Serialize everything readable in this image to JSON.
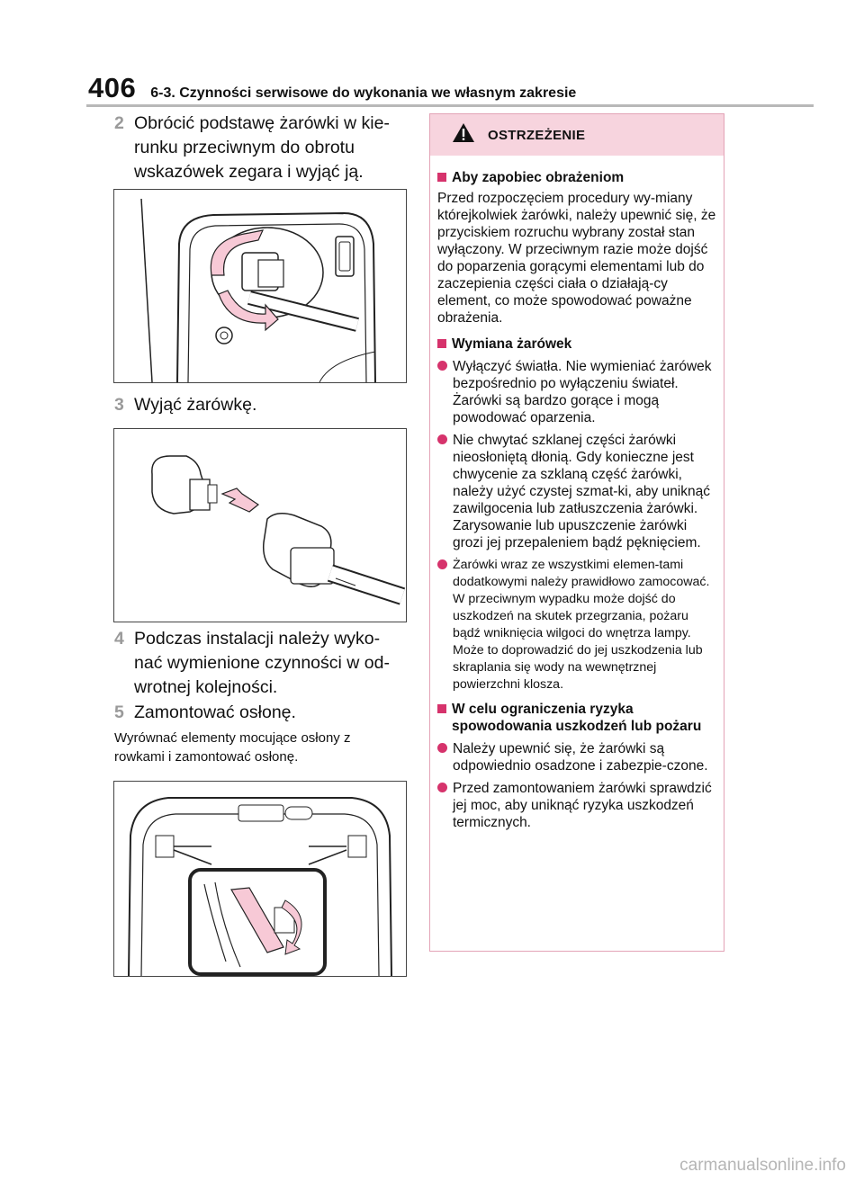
{
  "header": {
    "page_number": "406",
    "section": "6-3. Czynności serwisowe do wykonania we własnym zakresie"
  },
  "steps": [
    {
      "num": "2",
      "text": "Obrócić podstawę żarówki w kie-runku przeciwnym do obrotu wskazówek zegara i wyjąć ją."
    },
    {
      "num": "3",
      "text": "Wyjąć żarówkę."
    },
    {
      "num": "4",
      "text": "Podczas instalacji należy wyko-nać wymienione czynności w od-wrotnej kolejności."
    },
    {
      "num": "5",
      "text": "Zamontować osłonę."
    }
  ],
  "note": "Wyrównać elementy mocujące osłony z rowkami i zamontować osłonę.",
  "warning": {
    "title": "OSTRZEŻENIE",
    "sections": [
      {
        "heading": "Aby zapobiec obrażeniom",
        "paragraph": "Przed rozpoczęciem procedury wy-miany którejkolwiek żarówki, należy upewnić się, że przyciskiem rozruchu wybrany został stan wyłączony. W przeciwnym razie może dojść do poparzenia gorącymi elementami lub do zaczepienia części ciała o działają-cy element, co może spowodować poważne obrażenia."
      },
      {
        "heading": "Wymiana żarówek",
        "bullets": [
          "Wyłączyć światła. Nie wymieniać żarówek bezpośrednio po wyłączeniu świateł. Żarówki są bardzo gorące i mogą powodować oparzenia.",
          "Nie chwytać szklanej części żarówki nieosłoniętą dłonią. Gdy konieczne jest chwycenie za szklaną część żarówki, należy użyć czystej szmat-ki, aby uniknąć zawilgocenia lub zatłuszczenia żarówki. Zarysowanie lub upuszczenie żarówki grozi jej przepaleniem bądź pęknięciem.",
          "Żarówki wraz ze wszystkimi elemen-tami dodatkowymi należy prawidłowo zamocować. W przeciwnym wypadku może dojść do uszkodzeń na skutek przegrzania, pożaru bądź wniknięcia wilgoci do wnętrza lampy. Może to doprowadzić do jej uszkodzenia lub skraplania się wody na wewnętrznej powierzchni klosza."
        ]
      },
      {
        "heading": "W celu ograniczenia ryzyka spowodowania uszkodzeń lub pożaru",
        "bullets": [
          "Należy upewnić się, że żarówki są odpowiednio osadzone i zabezpie-czone.",
          "Przed zamontowaniem żarówki sprawdzić jej moc, aby uniknąć ryzyka uszkodzeń termicznych."
        ]
      }
    ]
  },
  "footer": {
    "watermark": "carmanualsonline.info"
  },
  "colors": {
    "accent": "#d6336c",
    "warning_header_bg": "#f7d4de",
    "warning_border": "#e3a3b6",
    "step_number": "#9a9a9a"
  },
  "icons": {
    "warning_icon": "warning-triangle-icon"
  }
}
